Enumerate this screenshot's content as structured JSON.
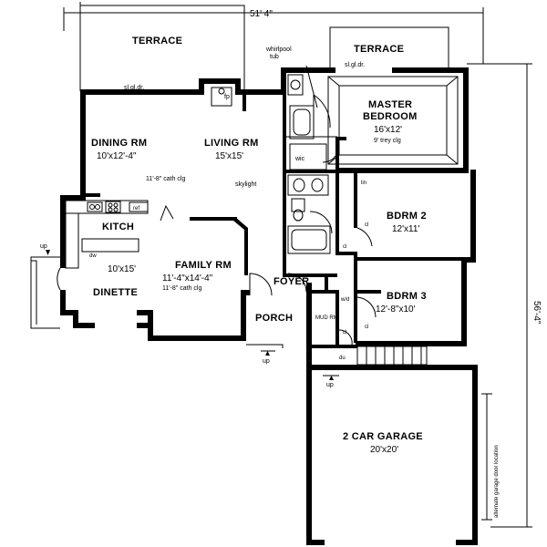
{
  "dimensions": {
    "overall_width": "51' 4\"",
    "overall_depth": "56'-4\""
  },
  "rooms": {
    "terrace_left": {
      "name": "TERRACE"
    },
    "terrace_right": {
      "name": "TERRACE"
    },
    "master": {
      "name_line1": "MASTER",
      "name_line2": "BEDROOM",
      "size": "16'x12'",
      "note": "9' trey clg"
    },
    "dining": {
      "name": "DINING RM",
      "size": "10'x12'-4\""
    },
    "living": {
      "name": "LIVING RM",
      "size": "15'x15'",
      "note": "11'-8\" cath clg"
    },
    "kitch": {
      "name": "KITCH",
      "size": "10'x15'"
    },
    "dinette": {
      "name": "DINETTE"
    },
    "family": {
      "name": "FAMILY RM",
      "size": "11'-4\"x14'-4\"",
      "note": "11'-8\" cath clg"
    },
    "foyer": {
      "name": "FOYER"
    },
    "porch": {
      "name": "PORCH"
    },
    "bdrm2": {
      "name": "BDRM 2",
      "size": "12'x11'"
    },
    "bdrm3": {
      "name": "BDRM 3",
      "size": "12'-8\"x10'"
    },
    "garage": {
      "name": "2 CAR GARAGE",
      "size": "20'x20'"
    },
    "mud": {
      "name": "MUD RM"
    }
  },
  "labels": {
    "slider_dining": "sl.gl.dr.",
    "slider_master": "sl.gl.dr.",
    "fireplace": "fp",
    "whirlpool_line1": "whirlpool",
    "whirlpool_line2": "tub",
    "wic": "wic",
    "skylight": "skylight",
    "linen": "lin",
    "ref": "ref",
    "dw": "dw",
    "up_left": "up",
    "up_porch": "up",
    "up_garage": "up",
    "du": "du",
    "wd": "w/d",
    "cl_1": "cl",
    "cl_2": "cl",
    "cl_3": "cl",
    "cl_4": "cl",
    "garage_door_note": "alternate garage door location"
  }
}
